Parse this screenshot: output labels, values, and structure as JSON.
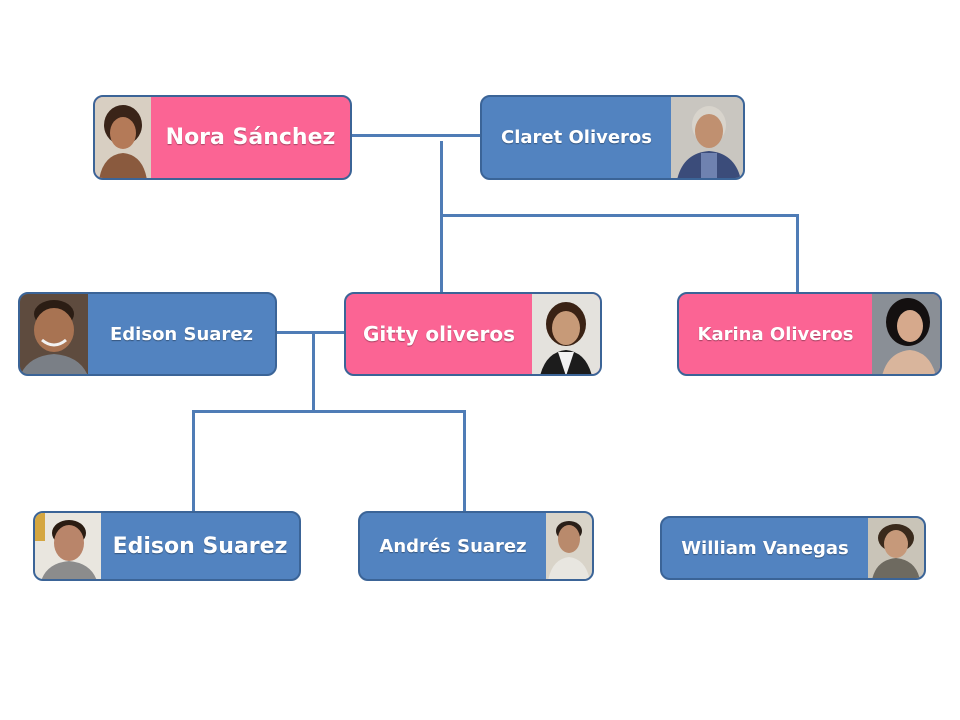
{
  "colors": {
    "female_box": "#fb6494",
    "male_box": "#5283c0",
    "border": "#3b6497",
    "connector": "#4f7cb6",
    "text": "#ffffff"
  },
  "people": {
    "nora": {
      "name": "Nora Sánchez",
      "gender": "female",
      "photo": "portrait-icon-older-woman"
    },
    "claret": {
      "name": "Claret Oliveros",
      "gender": "male",
      "photo": "portrait-icon-older-man"
    },
    "edison_sr": {
      "name": "Edison Suarez",
      "gender": "male",
      "photo": "portrait-icon-man-smiling"
    },
    "gitty": {
      "name": "Gitty oliveros",
      "gender": "female",
      "photo": "portrait-icon-woman"
    },
    "karina": {
      "name": "Karina Oliveros",
      "gender": "female",
      "photo": "portrait-icon-woman-dark-hair"
    },
    "edison_jr": {
      "name": "Edison Suarez",
      "gender": "male",
      "photo": "portrait-icon-teen-boy"
    },
    "andres": {
      "name": "Andrés Suarez",
      "gender": "male",
      "photo": "portrait-icon-young-man"
    },
    "william": {
      "name": "William Vanegas",
      "gender": "male",
      "photo": "portrait-icon-young-man-long-hair"
    }
  }
}
